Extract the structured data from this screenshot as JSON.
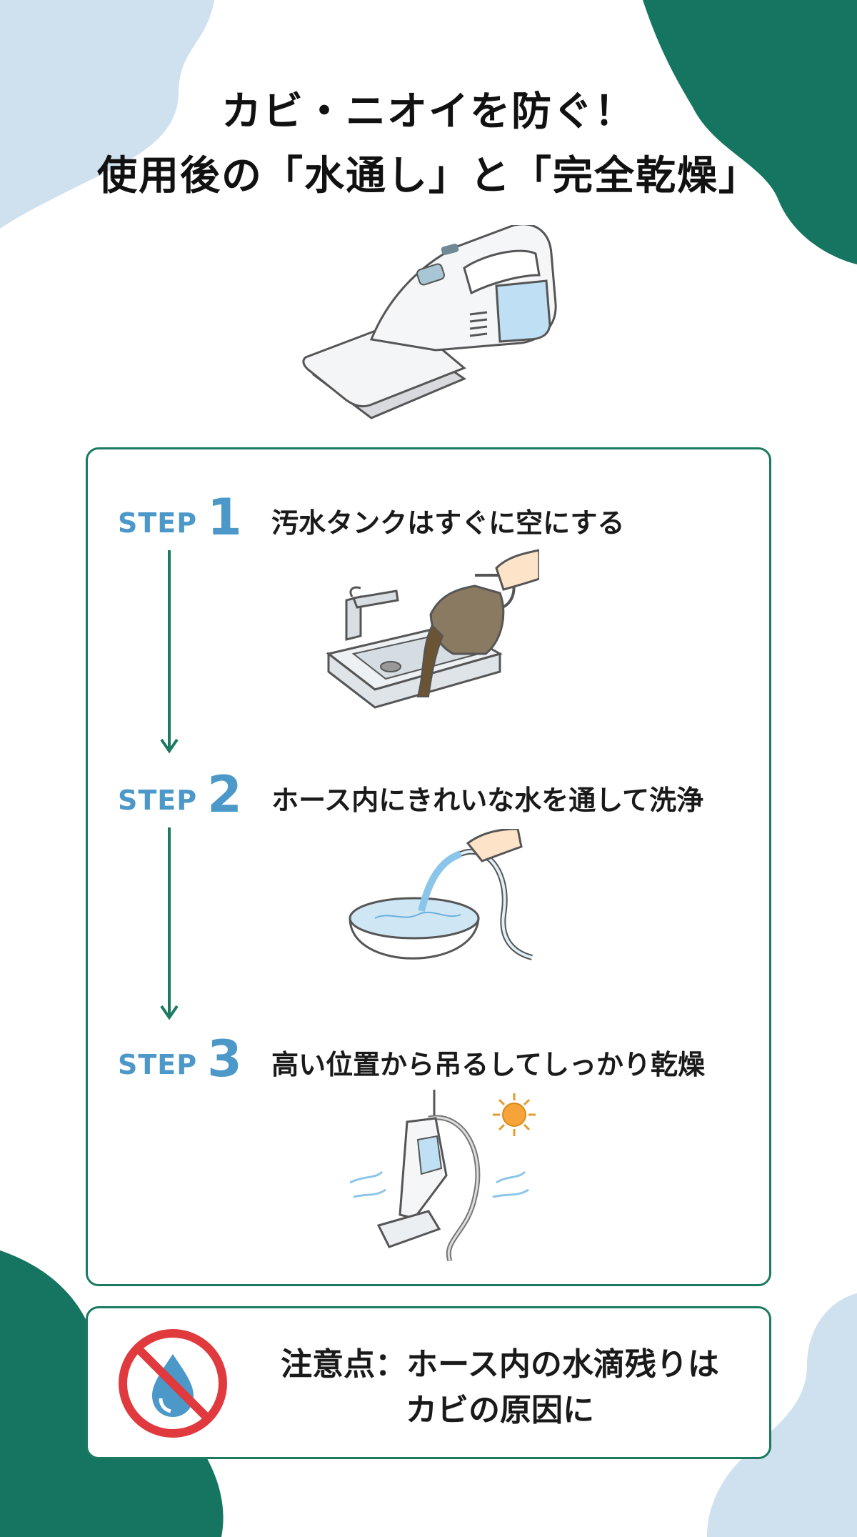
{
  "title": {
    "line1": "カビ・ニオイを防ぐ！",
    "line2": "使用後の「水通し」と「完全乾燥」"
  },
  "steps": [
    {
      "label": "STEP",
      "number": "1",
      "text": "汚水タンクはすぐに空にする",
      "illustration": "pour-tank-into-sink-icon"
    },
    {
      "label": "STEP",
      "number": "2",
      "text": "ホース内にきれいな水を通して洗浄",
      "illustration": "hose-in-basin-icon"
    },
    {
      "label": "STEP",
      "number": "3",
      "text": "高い位置から吊るしてしっかり乾燥",
      "illustration": "hanging-vacuum-dry-icon"
    }
  ],
  "notice": {
    "line1": "注意点：ホース内の水滴残りは",
    "line2": "カビの原因に",
    "icon": "no-water-drop-icon"
  },
  "colors": {
    "accent_green": "#1b7a60",
    "step_blue": "#4b98c9",
    "blob_light_blue": "#cfe0ef",
    "prohibit_red": "#e03a3e",
    "drop_blue": "#4b98c9"
  }
}
